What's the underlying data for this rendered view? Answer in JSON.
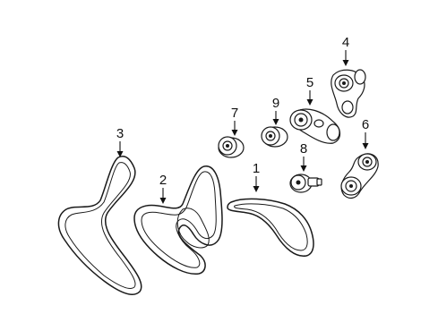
{
  "callouts": [
    {
      "id": "1",
      "label": "1",
      "part": "serpentine-belt"
    },
    {
      "id": "2",
      "label": "2",
      "part": "serpentine-belt"
    },
    {
      "id": "3",
      "label": "3",
      "part": "serpentine-belt"
    },
    {
      "id": "4",
      "label": "4",
      "part": "belt-tensioner"
    },
    {
      "id": "5",
      "label": "5",
      "part": "belt-tensioner"
    },
    {
      "id": "6",
      "label": "6",
      "part": "belt-tensioner"
    },
    {
      "id": "7",
      "label": "7",
      "part": "idler-pulley"
    },
    {
      "id": "8",
      "label": "8",
      "part": "pulley-bolt"
    },
    {
      "id": "9",
      "label": "9",
      "part": "idler-pulley"
    }
  ]
}
